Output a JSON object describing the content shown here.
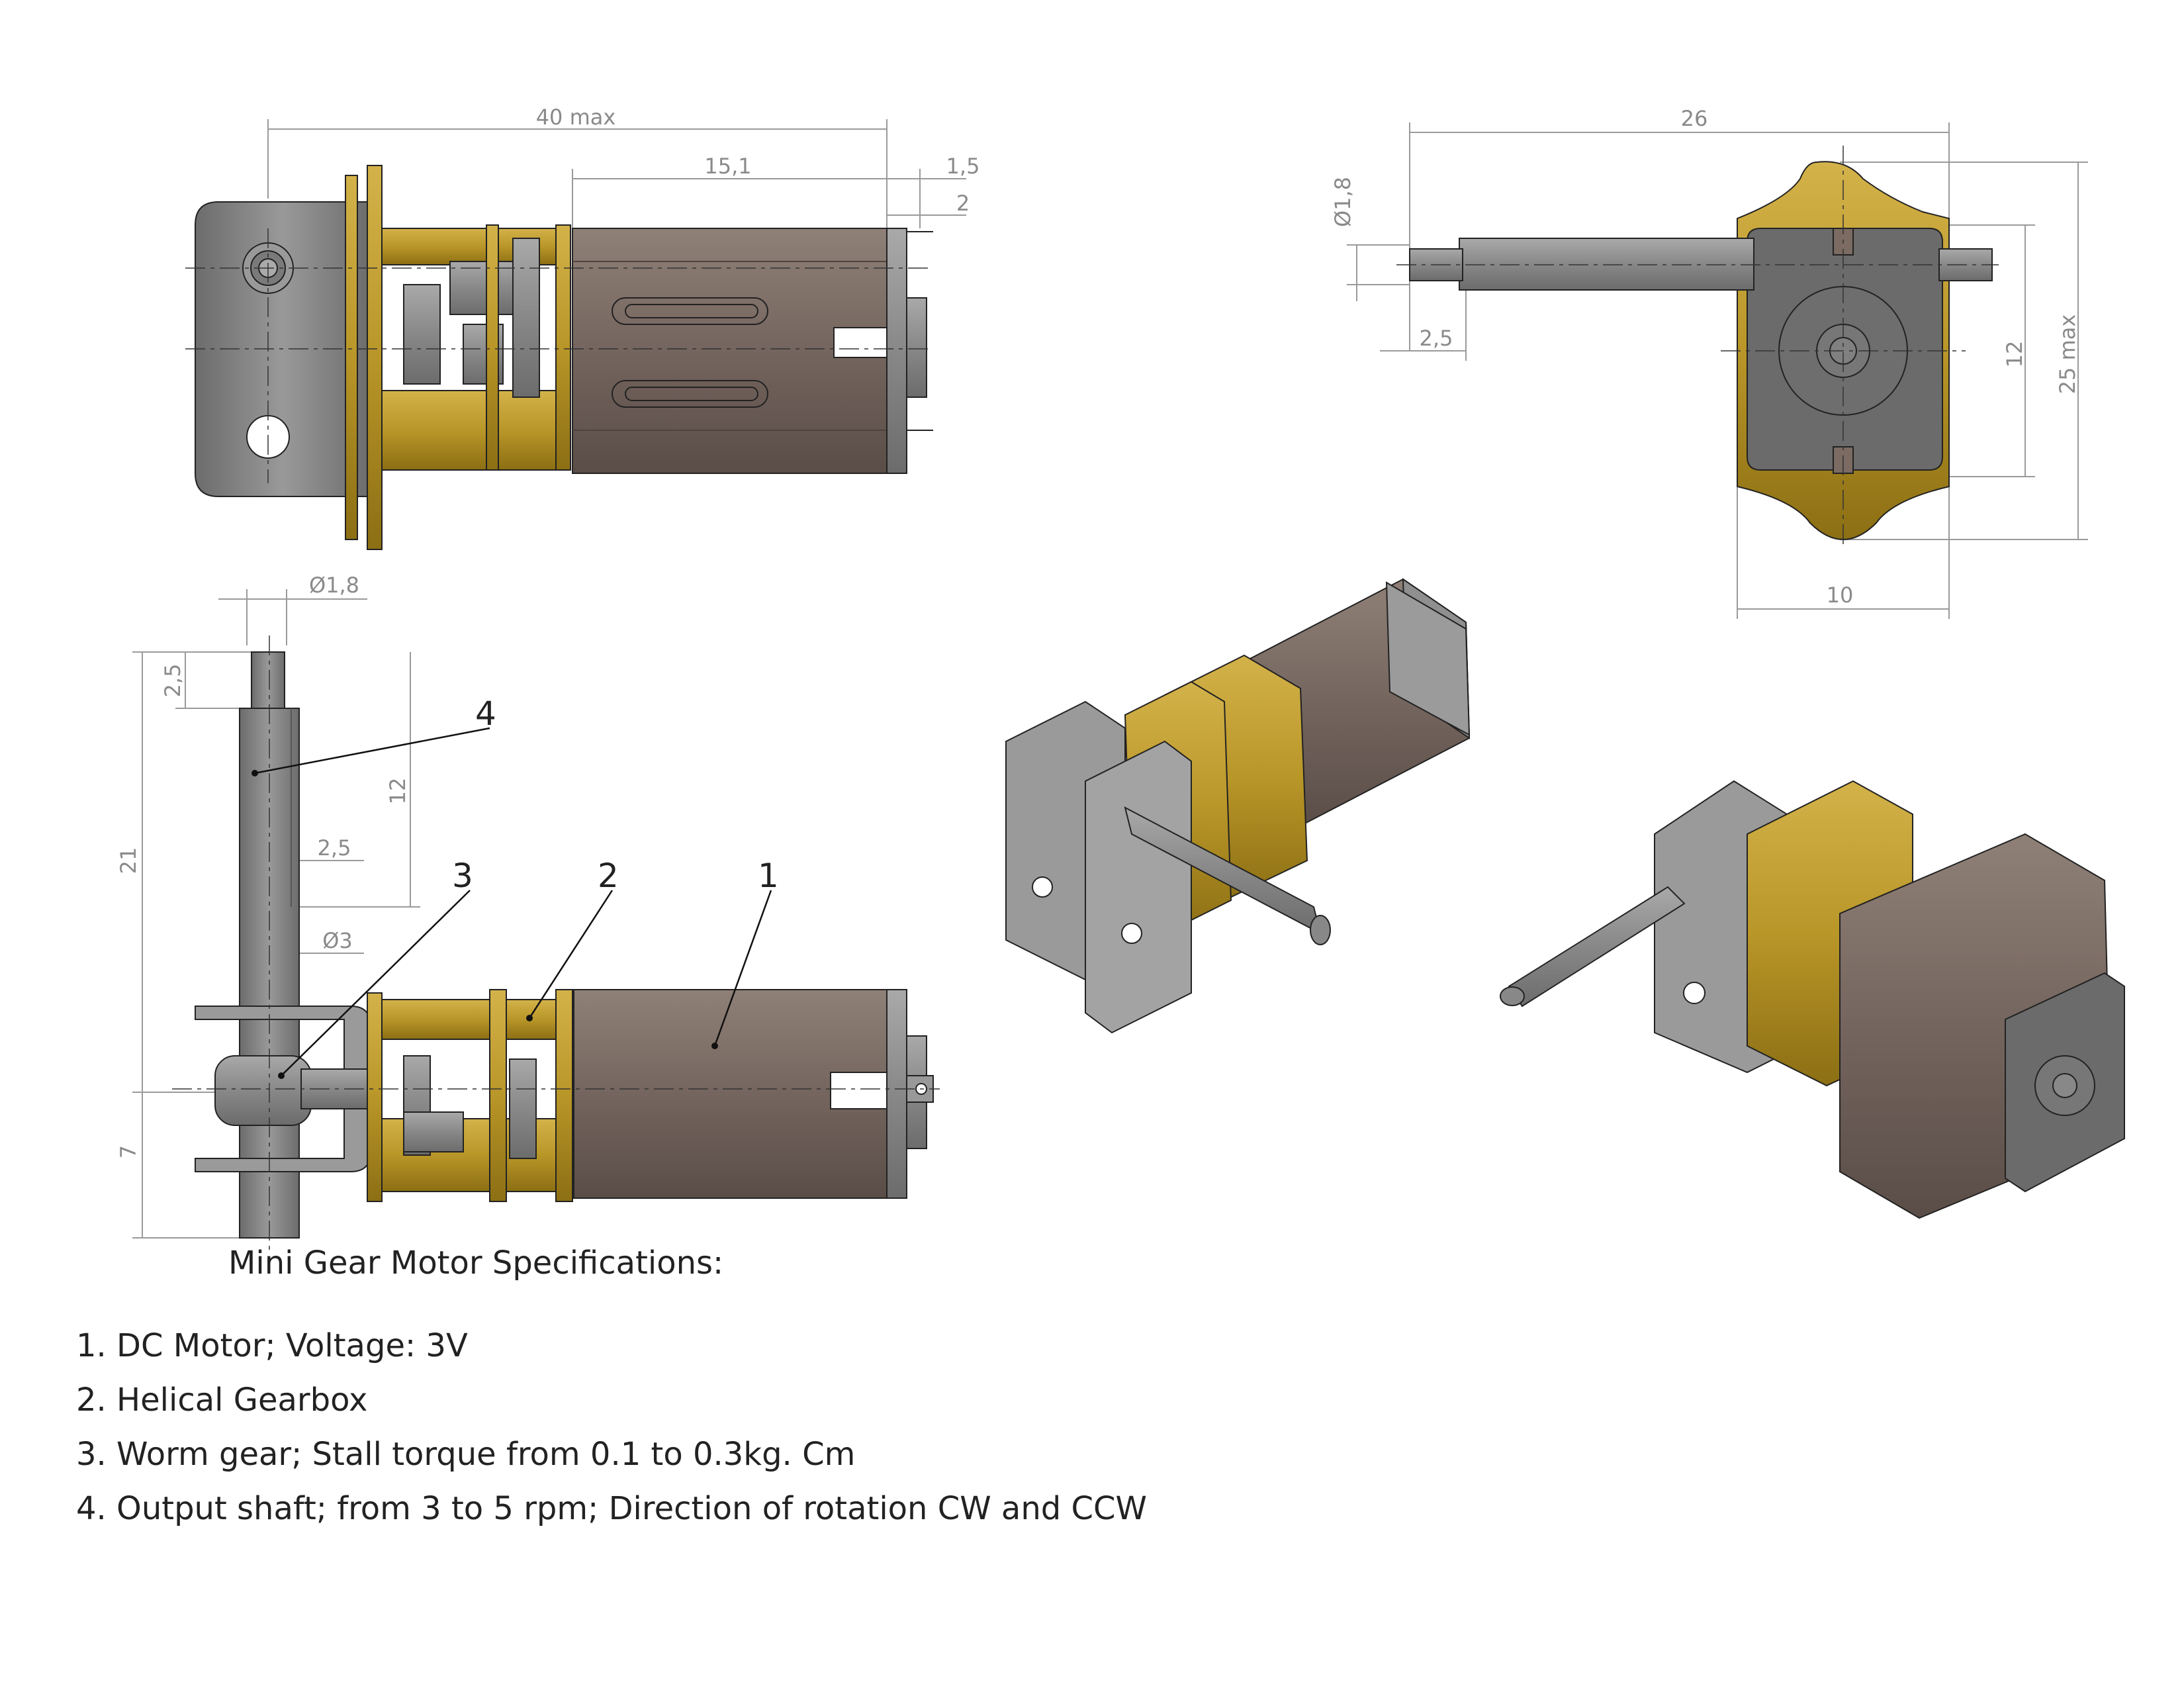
{
  "diagram": {
    "title": "Mini Gear Motor Specifications:",
    "specs": [
      "1. DC Motor; Voltage: 3V",
      "2. Helical Gearbox",
      "3. Worm gear; Stall torque from 0.1 to 0.3kg. Cm",
      "4. Output shaft; from 3 to 5 rpm; Direction of rotation CW and CCW"
    ],
    "dimensions": {
      "top_view": {
        "overall": "40 max",
        "motor": "15,1",
        "end_a": "1,5",
        "end_b": "2"
      },
      "end_view": {
        "width": "26",
        "shaft_dia": "Ø1,8",
        "shaft_end": "2,5",
        "inner": "12",
        "height": "25 max",
        "base": "10"
      },
      "side_view": {
        "shaft_dia": "Ø1,8",
        "tip": "2,5",
        "upper": "12",
        "step": "2,5",
        "body_dia": "Ø3",
        "total": "21",
        "lower": "7"
      }
    },
    "callouts": [
      "1",
      "2",
      "3",
      "4"
    ],
    "colors": {
      "motor": "#74655e",
      "brass": "#b99628",
      "steel": "#8a8a8a",
      "dim": "#8a8a8a"
    }
  }
}
